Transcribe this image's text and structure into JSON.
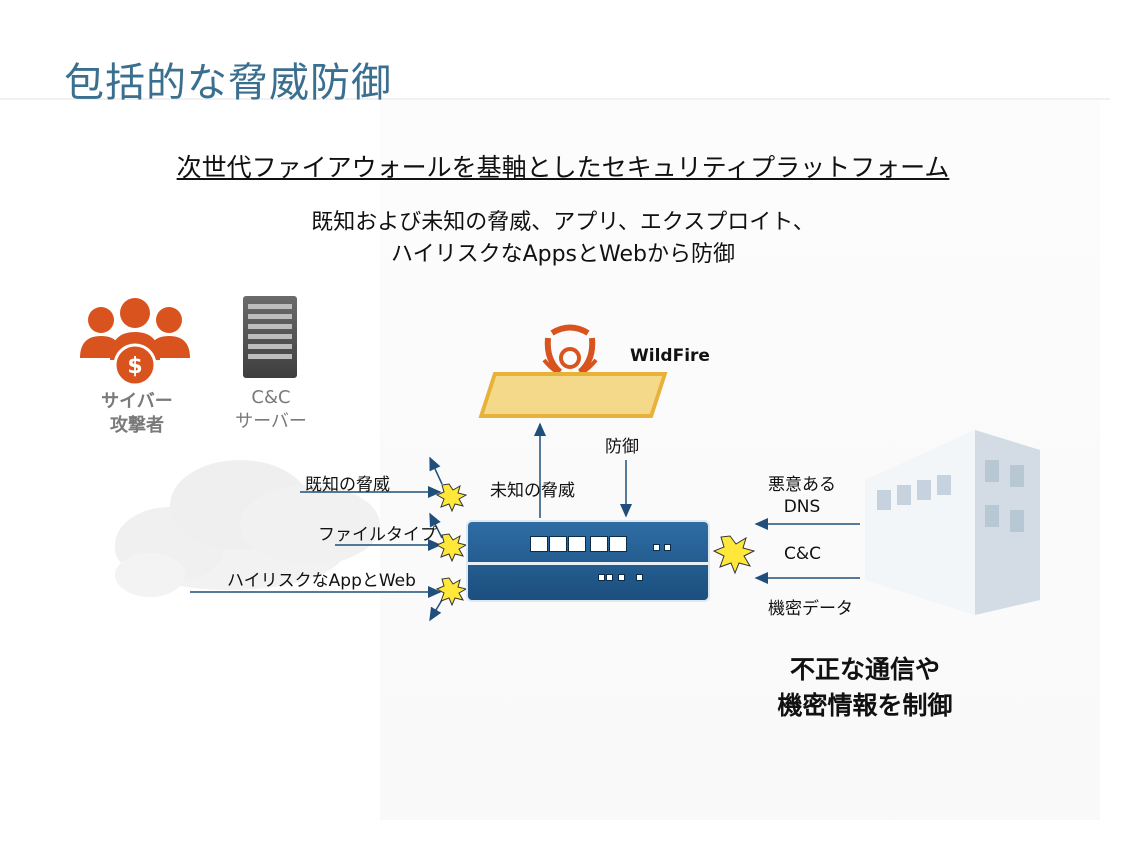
{
  "title": "包括的な脅威防御",
  "subtitle": "次世代ファイアウォールを基軸としたセキュリティプラットフォーム",
  "description": {
    "line1": "既知および未知の脅威、アプリ、エクスプロイト、",
    "line2": "ハイリスクなAppsとWebから防御"
  },
  "actors": {
    "attacker": {
      "line1": "サイバー",
      "line2": "攻撃者",
      "icon": "attacker-group-icon"
    },
    "cc_server": {
      "line1": "C&C",
      "line2": "サーバー",
      "icon": "server-icon"
    }
  },
  "wildfire": {
    "label": "WildFire",
    "icon": "biohazard-icon"
  },
  "inbound_threats": {
    "known": "既知の脅威",
    "filetype": "ファイルタイプ",
    "highrisk": "ハイリスクなAppとWeb"
  },
  "unknown_threat": "未知の脅威",
  "defense": "防御",
  "outbound": {
    "malicious_dns_1": "悪意ある",
    "malicious_dns_2": "DNS",
    "cc": "C&C",
    "confidential": "機密データ"
  },
  "result": {
    "line1": "不正な通信や",
    "line2": "機密情報を制御"
  },
  "colors": {
    "title": "#3a6f8f",
    "attacker": "#d9531e",
    "appliance": "#1f5a8e",
    "wildfire": "#e8b23a",
    "arrow": "#1f4f7a",
    "burst": "#ffe83a"
  }
}
